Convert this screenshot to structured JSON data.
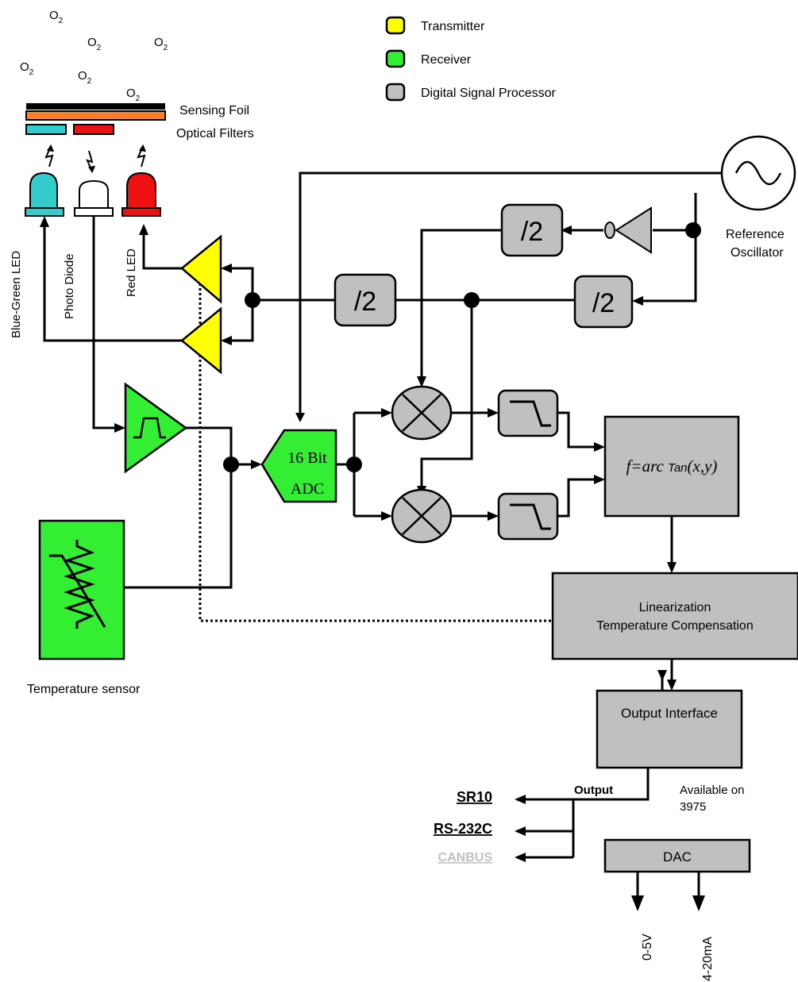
{
  "legend": {
    "transmitter": {
      "label": "Transmitter",
      "color": "#ffff00"
    },
    "receiver": {
      "label": "Receiver",
      "color": "#33ee33"
    },
    "dsp": {
      "label": "Digital Signal Processor",
      "color": "#c0c0c0"
    }
  },
  "oxygen_symbol": {
    "base": "O",
    "subscript": "2"
  },
  "sensor_stack": {
    "sensing_foil": "Sensing Foil",
    "optical_filters": "Optical Filters",
    "foil_color": "#ff7f27",
    "filter_colors": [
      "#33cccc",
      "#ee1111"
    ]
  },
  "leds": {
    "blue_green": {
      "label": "Blue-Green LED",
      "color": "#33cccc"
    },
    "photo_diode": {
      "label": "Photo Diode",
      "color": "#ffffff"
    },
    "red": {
      "label": "Red LED",
      "color": "#ee1111"
    }
  },
  "oscillator": {
    "label_line1": "Reference",
    "label_line2": "Oscillator"
  },
  "dividers": {
    "label": "/2"
  },
  "adc": {
    "line1": "16 Bit",
    "line2": "ADC"
  },
  "arctan": {
    "prefix": "f=arc ",
    "func": "Tan",
    "args": "(x,y)"
  },
  "linearization": {
    "line1": "Linearization",
    "line2": "Temperature Compensation"
  },
  "output_interface": {
    "label": "Output Interface"
  },
  "dac": {
    "label": "DAC"
  },
  "temperature_sensor": {
    "label": "Temperature sensor"
  },
  "outputs": {
    "title": "Output",
    "sr10": "SR10",
    "rs232": "RS-232C",
    "canbus": "CANBUS",
    "canbus_color": "#c0c0c0"
  },
  "available": {
    "line1": "Available on",
    "line2": "3975"
  },
  "dac_outputs": {
    "voltage": "0-5V",
    "current": "4-20mA"
  }
}
